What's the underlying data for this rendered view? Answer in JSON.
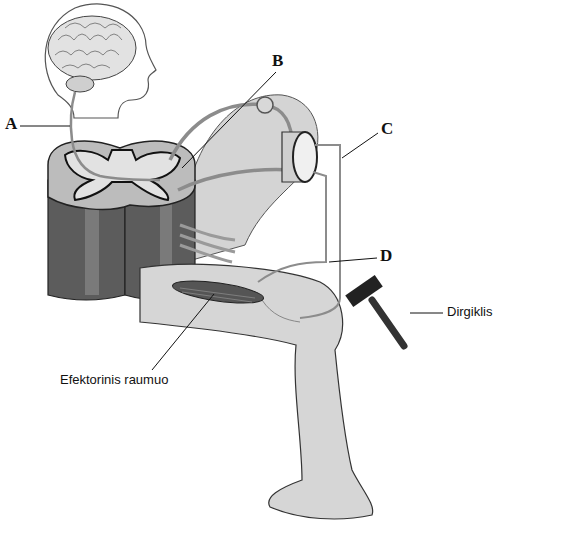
{
  "diagram": {
    "labels": [
      "A",
      "B",
      "C",
      "D",
      "Efektorinis raumuo",
      "Dirgiklis"
    ]
  }
}
